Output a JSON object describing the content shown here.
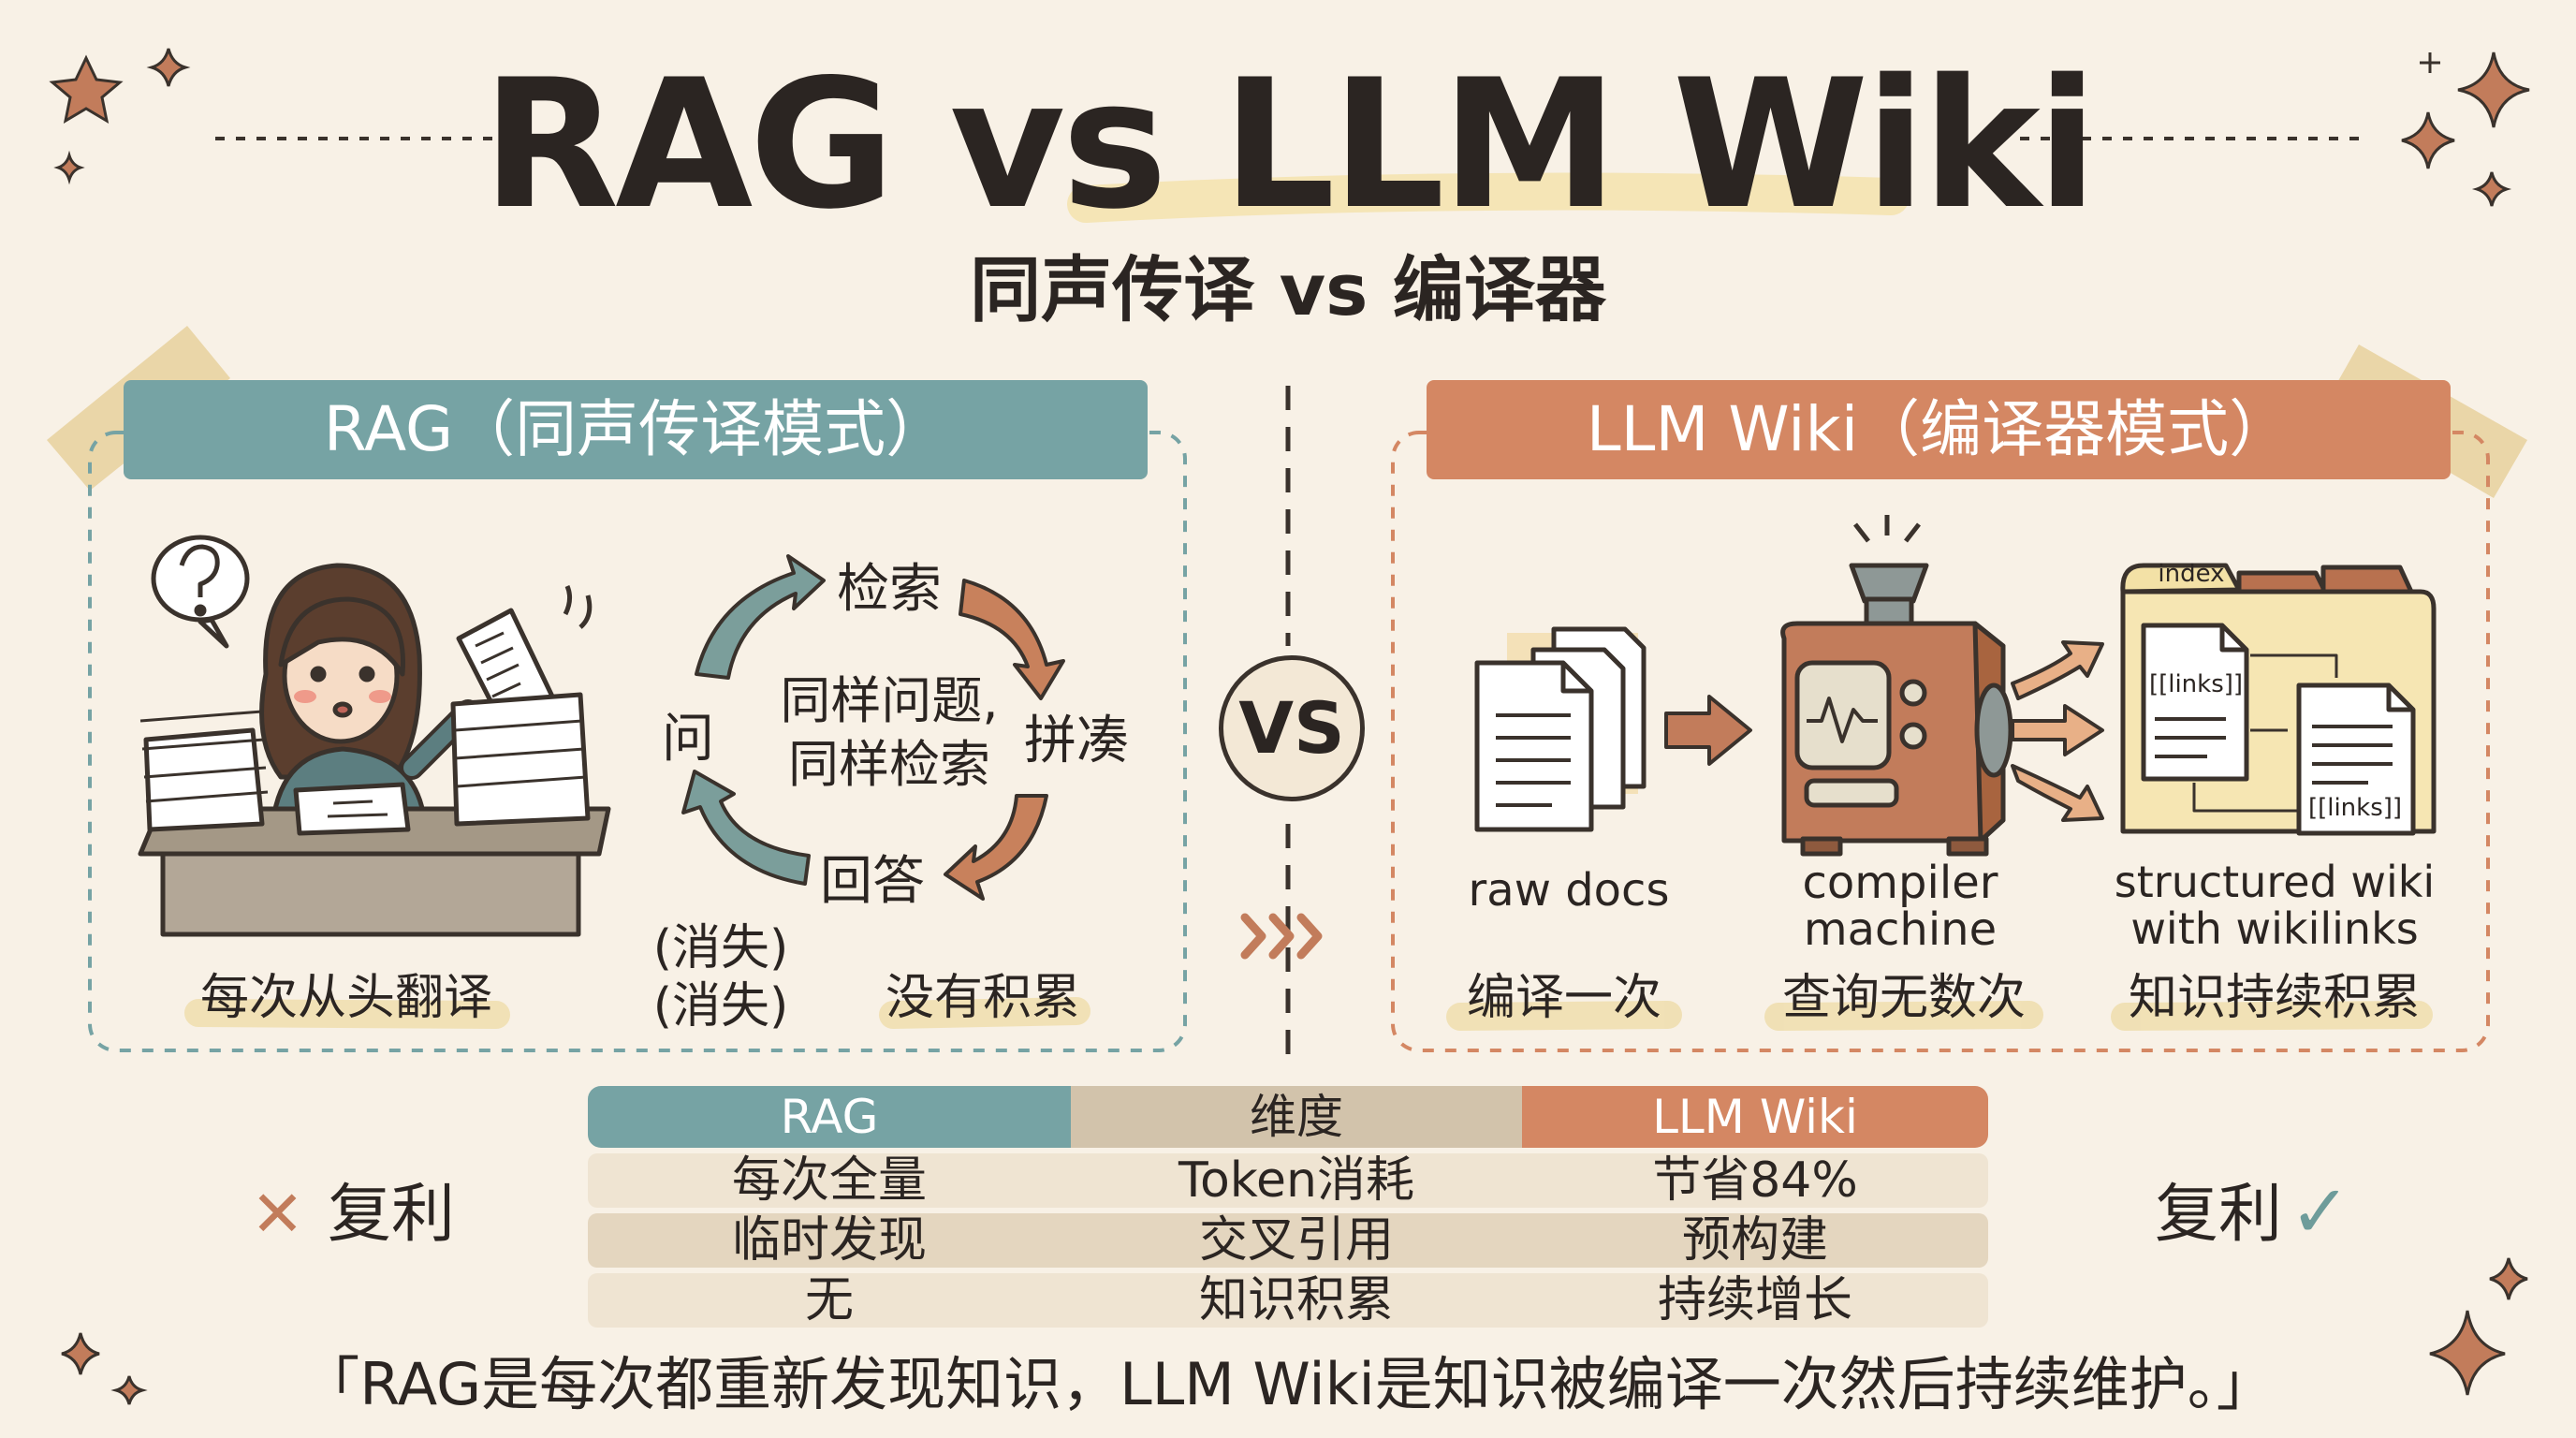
{
  "header": {
    "title": "RAG vs LLM Wiki",
    "subtitle": "同声传译 vs 编译器"
  },
  "rag_panel": {
    "banner": "RAG（同声传译模式）",
    "cycle_top": "检索",
    "cycle_right": "拼凑",
    "cycle_bottom": "回答",
    "cycle_left": "问",
    "cycle_center_1": "同样问题,",
    "cycle_center_2": "同样检索",
    "vanish_1": "(消失)",
    "vanish_2": "(消失)",
    "caption_left": "每次从头翻译",
    "caption_right": "没有积累"
  },
  "vs_label": "VS",
  "wiki_panel": {
    "banner": "LLM Wiki（编译器模式）",
    "folder_tab": "index",
    "link_1": "[[links]]",
    "link_2": "[[links]]",
    "label_raw": "raw docs",
    "label_compiler_1": "compiler",
    "label_compiler_2": "machine",
    "label_wiki_1": "structured wiki",
    "label_wiki_2": "with wikilinks",
    "caption_1": "编译一次",
    "caption_2": "查询无数次",
    "caption_3": "知识持续积累"
  },
  "table": {
    "headers": [
      "RAG",
      "维度",
      "LLM Wiki"
    ],
    "rows": [
      [
        "每次全量",
        "Token消耗",
        "节省84%"
      ],
      [
        "临时发现",
        "交叉引用",
        "预构建"
      ],
      [
        "无",
        "知识积累",
        "持续增长"
      ]
    ]
  },
  "side": {
    "left_mark": "✕",
    "left_text": "复利",
    "right_text": "复利",
    "right_mark": "✓"
  },
  "quote": "「RAG是每次都重新发现知识，LLM Wiki是知识被编译一次然后持续维护。」",
  "colors": {
    "background": "#f8f1e6",
    "rag_teal": "#76a3a4",
    "wiki_orange": "#d48763",
    "neutral_tan": "#d2c3ab",
    "highlight_yellow": "#f4e3b0",
    "row_light": "#efe4d2",
    "row_dark": "#e4d6bf"
  }
}
